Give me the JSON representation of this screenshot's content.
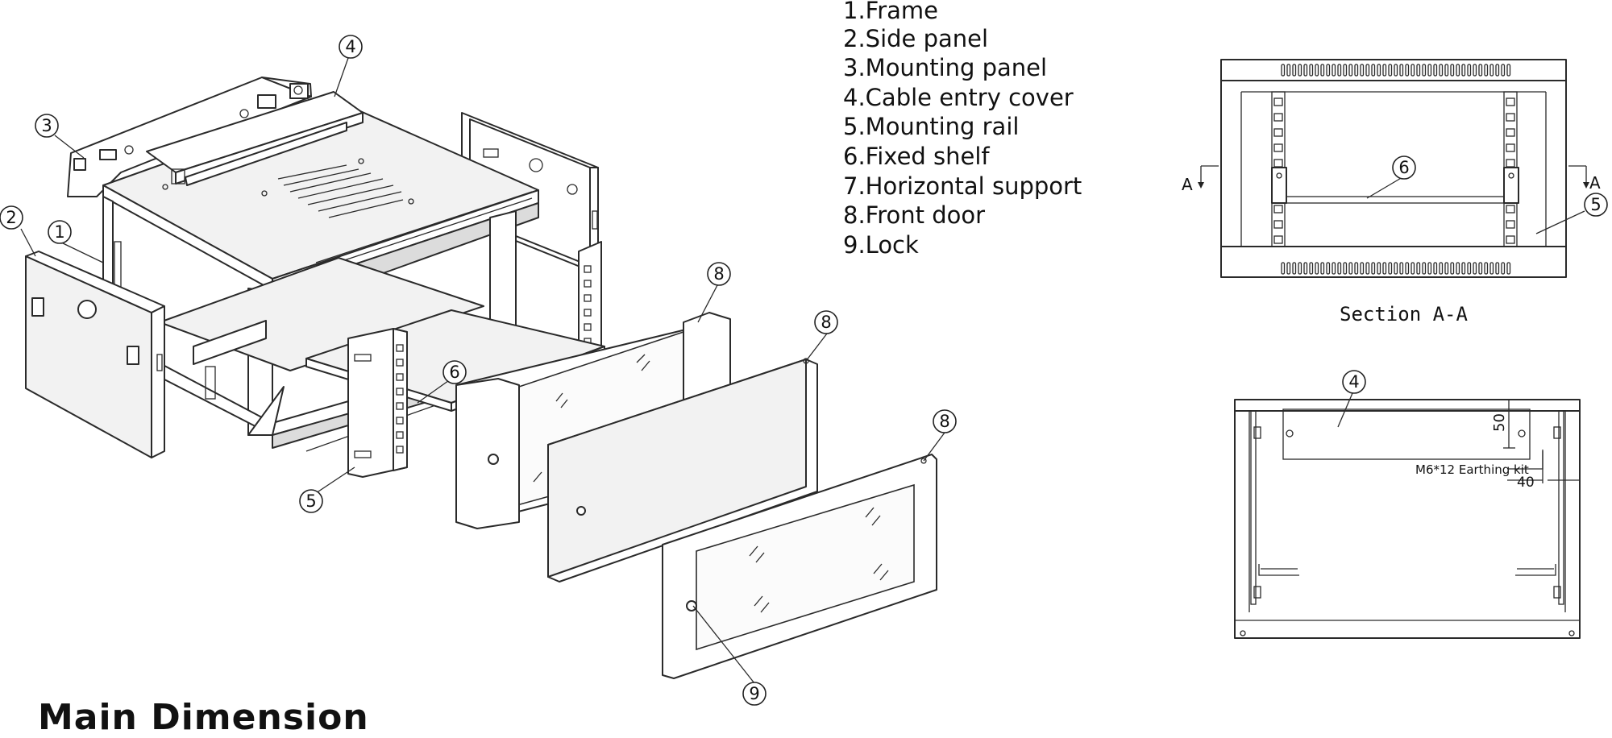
{
  "legend": {
    "items": [
      "1.Frame",
      "2.Side panel",
      "3.Mounting panel",
      "4.Cable entry cover",
      "5.Mounting rail",
      "6.Fixed shelf",
      "7.Horizontal support",
      "8.Front door",
      "9.Lock"
    ]
  },
  "callouts": {
    "exploded": [
      "2",
      "1",
      "3",
      "4",
      "8",
      "8",
      "8",
      "6",
      "5",
      "9"
    ],
    "section": [
      "6",
      "5"
    ],
    "top_view": [
      "4"
    ]
  },
  "section_view": {
    "cut_label_left": "A",
    "cut_label_right": "A",
    "caption": "Section A-A"
  },
  "top_view": {
    "dim_depth": "50",
    "dim_offset": "40",
    "earthing_label": "M6*12 Earthing kit"
  },
  "title": "Main  Dimension"
}
